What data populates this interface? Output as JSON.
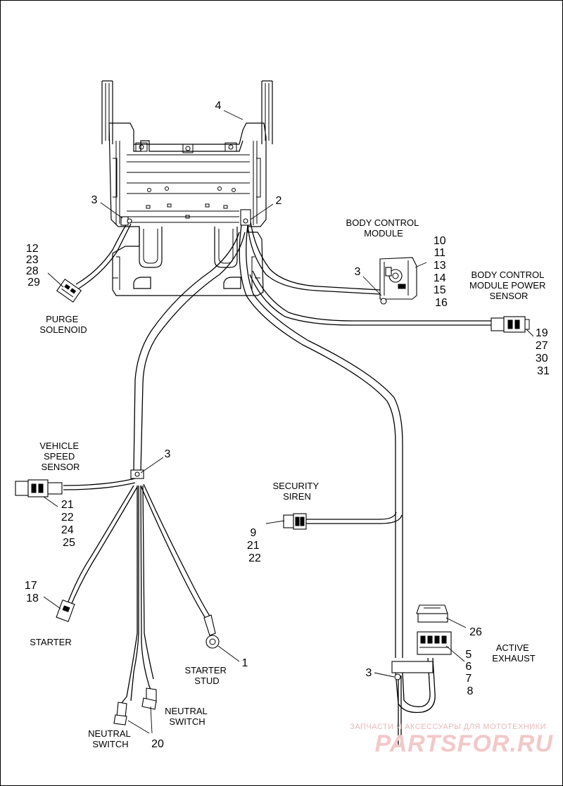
{
  "labels": {
    "purge_solenoid": [
      "PURGE",
      "SOLENOID"
    ],
    "body_control_module": [
      "BODY CONTROL",
      "MODULE"
    ],
    "bcm_power_sensor": [
      "BODY CONTROL",
      "MODULE POWER",
      "SENSOR"
    ],
    "vehicle_speed_sensor": [
      "VEHICLE",
      "SPEED",
      "SENSOR"
    ],
    "security_siren": [
      "SECURITY",
      "SIREN"
    ],
    "starter": "STARTER",
    "starter_stud": [
      "STARTER",
      "STUD"
    ],
    "neutral_switch_right": [
      "NEUTRAL",
      "SWITCH"
    ],
    "neutral_switch_left": [
      "NEUTRAL",
      "SWITCH"
    ],
    "active_exhaust": [
      "ACTIVE",
      "EXHAUST"
    ]
  },
  "callouts": {
    "c4": "4",
    "c3_left_clamp": "3",
    "c2": "2",
    "purge_group": [
      "12",
      "23",
      "28",
      "29"
    ],
    "bcm_group": [
      "10",
      "11",
      "13",
      "14",
      "15",
      "16"
    ],
    "c3_bcm": "3",
    "power_sensor_group": [
      "19",
      "27",
      "30",
      "31"
    ],
    "c3_mid_clamp": "3",
    "vss_group": [
      "21",
      "22",
      "24",
      "25"
    ],
    "siren_group": [
      "9",
      "21",
      "22"
    ],
    "starter_group": [
      "17",
      "18"
    ],
    "c1": "1",
    "c20": "20",
    "c26": "26",
    "exhaust_group": [
      "5",
      "6",
      "7",
      "8"
    ],
    "c3_lower_clamp": "3"
  },
  "watermark": {
    "line1": "ЗАПЧАСТИ И АКСЕССУАРЫ ДЛЯ МОТОТЕХНИКИ",
    "line2": "PARTSFOR.RU"
  }
}
